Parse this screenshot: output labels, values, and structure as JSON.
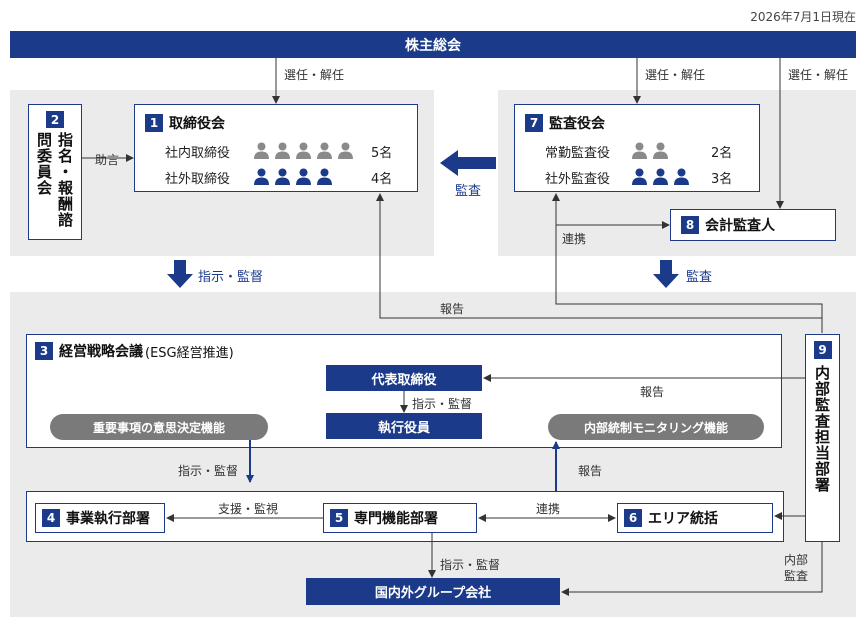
{
  "date": "2026年7月1日現在",
  "shareholders": "株主総会",
  "labels": {
    "elect1": "選任・解任",
    "elect2": "選任・解任",
    "elect3": "選任・解任",
    "advice": "助言",
    "audit_mid": "監査",
    "coop1": "連携",
    "direct_left": "指示・監督",
    "audit_right": "監査",
    "report_top": "報告",
    "report_mid": "報告",
    "direct_inner": "指示・監督",
    "direct_5": "指示・監督",
    "report_bottom": "報告",
    "support": "支援・監視",
    "coop2": "連携",
    "direct_group": "指示・監督",
    "internal_audit": "内部\n監査"
  },
  "nomination": {
    "num": "2",
    "text": "指名・報酬諮問委員会"
  },
  "board": {
    "num": "1",
    "title": "取締役会",
    "rows": [
      {
        "label": "社内取締役",
        "count": "5名",
        "people": 5,
        "color": "#8a8a8a"
      },
      {
        "label": "社外取締役",
        "count": "4名",
        "people": 4,
        "color": "#1b3a8a"
      }
    ]
  },
  "auditors": {
    "num": "7",
    "title": "監査役会",
    "rows": [
      {
        "label": "常勤監査役",
        "count": "2名",
        "people": 2,
        "color": "#8a8a8a"
      },
      {
        "label": "社外監査役",
        "count": "3名",
        "people": 3,
        "color": "#1b3a8a"
      }
    ]
  },
  "accounting": {
    "num": "8",
    "title": "会計監査人"
  },
  "strategy": {
    "num": "3",
    "title": "経営戦略会議",
    "sub": "(ESG経営推進)"
  },
  "ceo": "代表取締役",
  "officers": "執行役員",
  "pill_left": "重要事項の意思決定機能",
  "pill_right": "内部統制モニタリング機能",
  "internal": {
    "num": "9",
    "text": "内部監査担当部署"
  },
  "dept4": {
    "num": "4",
    "title": "事業執行部署"
  },
  "dept5": {
    "num": "5",
    "title": "専門機能部署"
  },
  "dept6": {
    "num": "6",
    "title": "エリア統括"
  },
  "group": "国内外グループ会社",
  "colors": {
    "navy": "#1b3a8a",
    "gray": "#8a8a8a",
    "panel": "#ebebeb"
  }
}
